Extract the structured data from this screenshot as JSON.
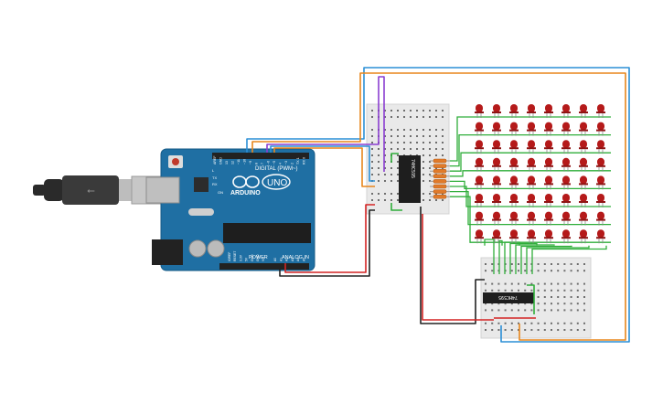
{
  "arduino": {
    "brand": "ARDUINO",
    "model": "UNO",
    "digital_label": "DIGITAL (PWM~)",
    "power_label": "POWER",
    "analog_label": "ANALOG IN",
    "tx_label": "TX",
    "rx_label": "RX",
    "l_label": "L",
    "on_label": "ON",
    "digital_pins": [
      "AREF",
      "GND",
      "13",
      "12",
      "~11",
      "~10",
      "~9",
      "8",
      "7",
      "~6",
      "~5",
      "4",
      "~3",
      "2",
      "TX 1",
      "RX 0"
    ],
    "power_pins": [
      "IOREF",
      "RESET",
      "3.3V",
      "5V",
      "GND",
      "GND",
      "Vin"
    ],
    "analog_pins": [
      "A0",
      "A1",
      "A2",
      "A3",
      "A4",
      "A5"
    ]
  },
  "chips": {
    "upper": "74HC595",
    "lower": "74HC595"
  },
  "led_matrix": {
    "rows": 8,
    "cols": 8,
    "color": "#b51a1a"
  },
  "colors": {
    "board": "#1f6fa3",
    "breadboard": "#e9e9e9",
    "wire_green": "#2fae3a",
    "wire_red": "#d42424",
    "wire_black": "#222222",
    "wire_blue": "#2b8fd6",
    "wire_orange": "#e8861c",
    "wire_purple": "#8b3fd1"
  }
}
